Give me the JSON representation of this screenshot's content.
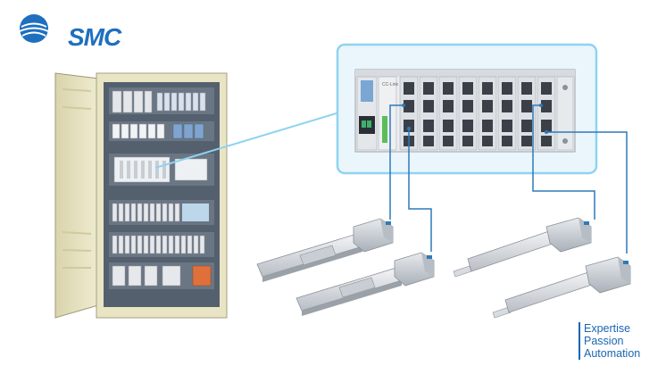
{
  "brand": {
    "name": "SMC",
    "color": "#1f6fbf"
  },
  "tagline": {
    "line1": "Expertise",
    "line2": "Passion",
    "line3": "Automation",
    "color": "#1a66b3"
  },
  "colors": {
    "cabinet_body": "#e9e5c4",
    "cabinet_interior": "#55606e",
    "callout_border": "#8fd3f0",
    "callout_fill": "#eaf6fc",
    "connection_line": "#2f79b9",
    "actuator_body": "#d6dade"
  },
  "gateway_label": "CC-Link",
  "icons": [
    "smc-logo-icon",
    "control-cabinet",
    "gateway-unit",
    "electric-actuator"
  ]
}
